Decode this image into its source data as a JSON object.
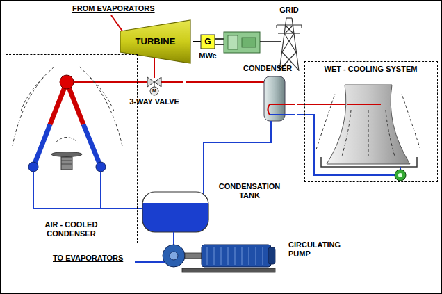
{
  "diagram": {
    "nodes": [
      {
        "text": [
          "TURBINE"
        ]
      },
      {
        "text": [
          "G",
          "MWe"
        ]
      },
      {
        "text": [
          "3-WAY VALVE"
        ]
      },
      {
        "text": [
          "CONDENSER"
        ]
      },
      {
        "text": [
          "WET - COOLING SYSTEM"
        ]
      },
      {
        "text": [
          "AIR - COOLED CONDENSER"
        ]
      },
      {
        "text": [
          "CONDENSATION TANK"
        ]
      },
      {
        "text": [
          "CIRCULATING PUMP"
        ]
      }
    ],
    "edges": [
      {
        "from": 0,
        "to": 1,
        "arrow": "none"
      },
      {
        "from": 0,
        "to": 2,
        "arrow": "none"
      },
      {
        "from": 2,
        "to": 5,
        "arrow": "none"
      },
      {
        "from": 2,
        "to": 3,
        "arrow": "none"
      },
      {
        "from": 3,
        "to": 4,
        "arrow": "none"
      },
      {
        "from": 4,
        "to": 3,
        "arrow": "none"
      },
      {
        "from": 5,
        "to": 6,
        "arrow": "none"
      },
      {
        "from": 3,
        "to": 6,
        "arrow": "none"
      },
      {
        "from": 6,
        "to": 7,
        "arrow": "none"
      }
    ],
    "labels": [
      "FROM EVAPORATORS",
      "GRID",
      "M",
      "TO EVAPORATORS"
    ]
  }
}
